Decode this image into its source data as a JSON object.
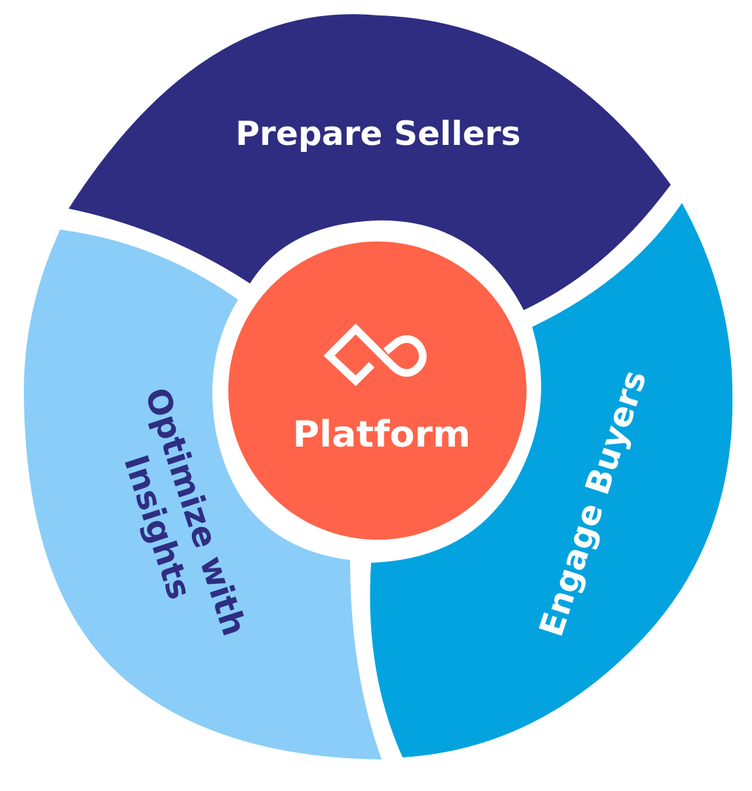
{
  "diagram": {
    "segments": [
      {
        "key": "prepare",
        "label": "Prepare Sellers",
        "color": "#2e2d82",
        "text_color": "#ffffff"
      },
      {
        "key": "engage",
        "label": "Engage Buyers",
        "color": "#03a3df",
        "text_color": "#ffffff"
      },
      {
        "key": "optimize",
        "label_line1": "Optimize with",
        "label_line2": "Insights",
        "color": "#8acdf8",
        "text_color": "#2e2d82"
      }
    ],
    "center": {
      "label": "Platform",
      "color": "#ff6349",
      "text_color": "#ffffff",
      "icon": "infinity-logo-icon"
    }
  }
}
